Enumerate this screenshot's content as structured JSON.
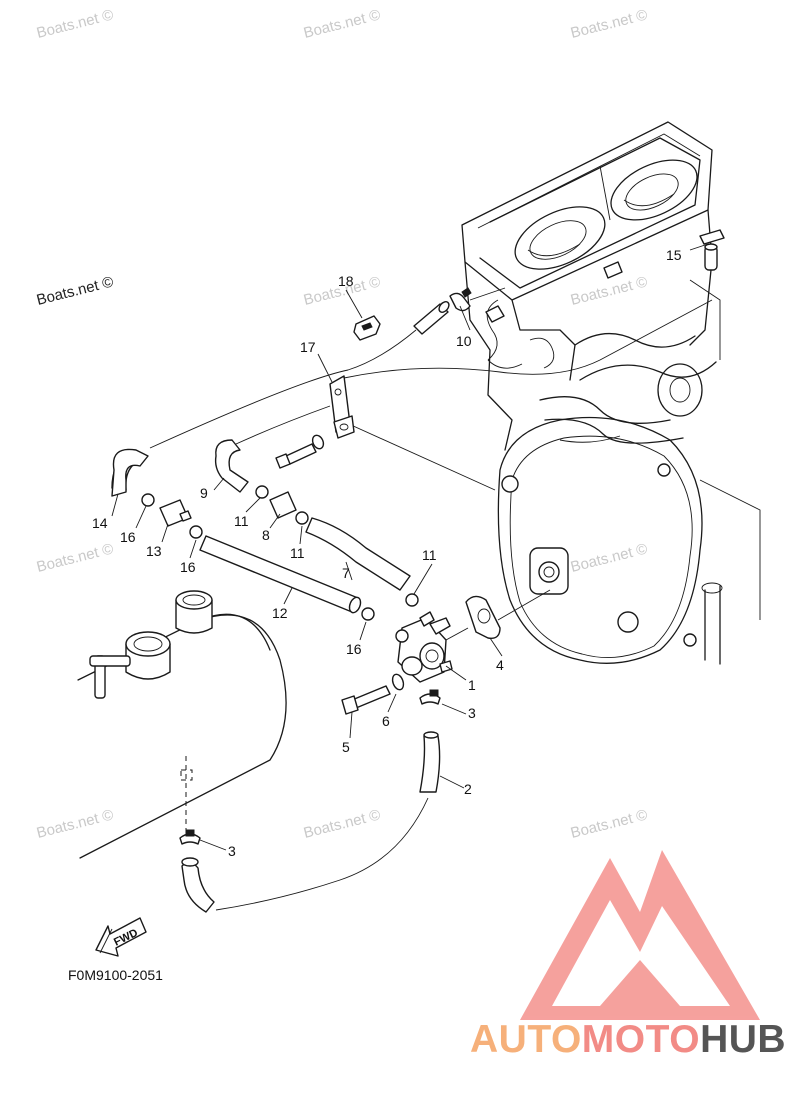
{
  "watermarks": {
    "tl": "Boats.net ©",
    "tc": "Boats.net ©",
    "tr": "Boats.net ©",
    "left_dark": "Boats.net ©",
    "mid": "Boats.net ©",
    "midr": "Boats.net ©",
    "ml": "Boats.net ©",
    "mr": "Boats.net ©",
    "bl": "Boats.net ©",
    "bc": "Boats.net ©",
    "br": "Boats.net ©"
  },
  "callouts": {
    "c1": "1",
    "c2": "2",
    "c3a": "3",
    "c3b": "3",
    "c4": "4",
    "c5": "5",
    "c6": "6",
    "c7": "7",
    "c8": "8",
    "c9": "9",
    "c10": "10",
    "c11a": "11",
    "c11b": "11",
    "c11c": "11",
    "c12": "12",
    "c13": "13",
    "c14": "14",
    "c15": "15",
    "c16a": "16",
    "c16b": "16",
    "c16c": "16",
    "c17": "17",
    "c18": "18"
  },
  "fwd_label": "FWD",
  "diagram_code": "F0M9100-2051",
  "logo": {
    "part1": "AUTO",
    "part2": "MOTO",
    "part3": "HUB",
    "color_light": "#f6b07a",
    "color_mid": "#f28b86",
    "color_dark": "#555555",
    "triangle_color": "#f4918d"
  }
}
